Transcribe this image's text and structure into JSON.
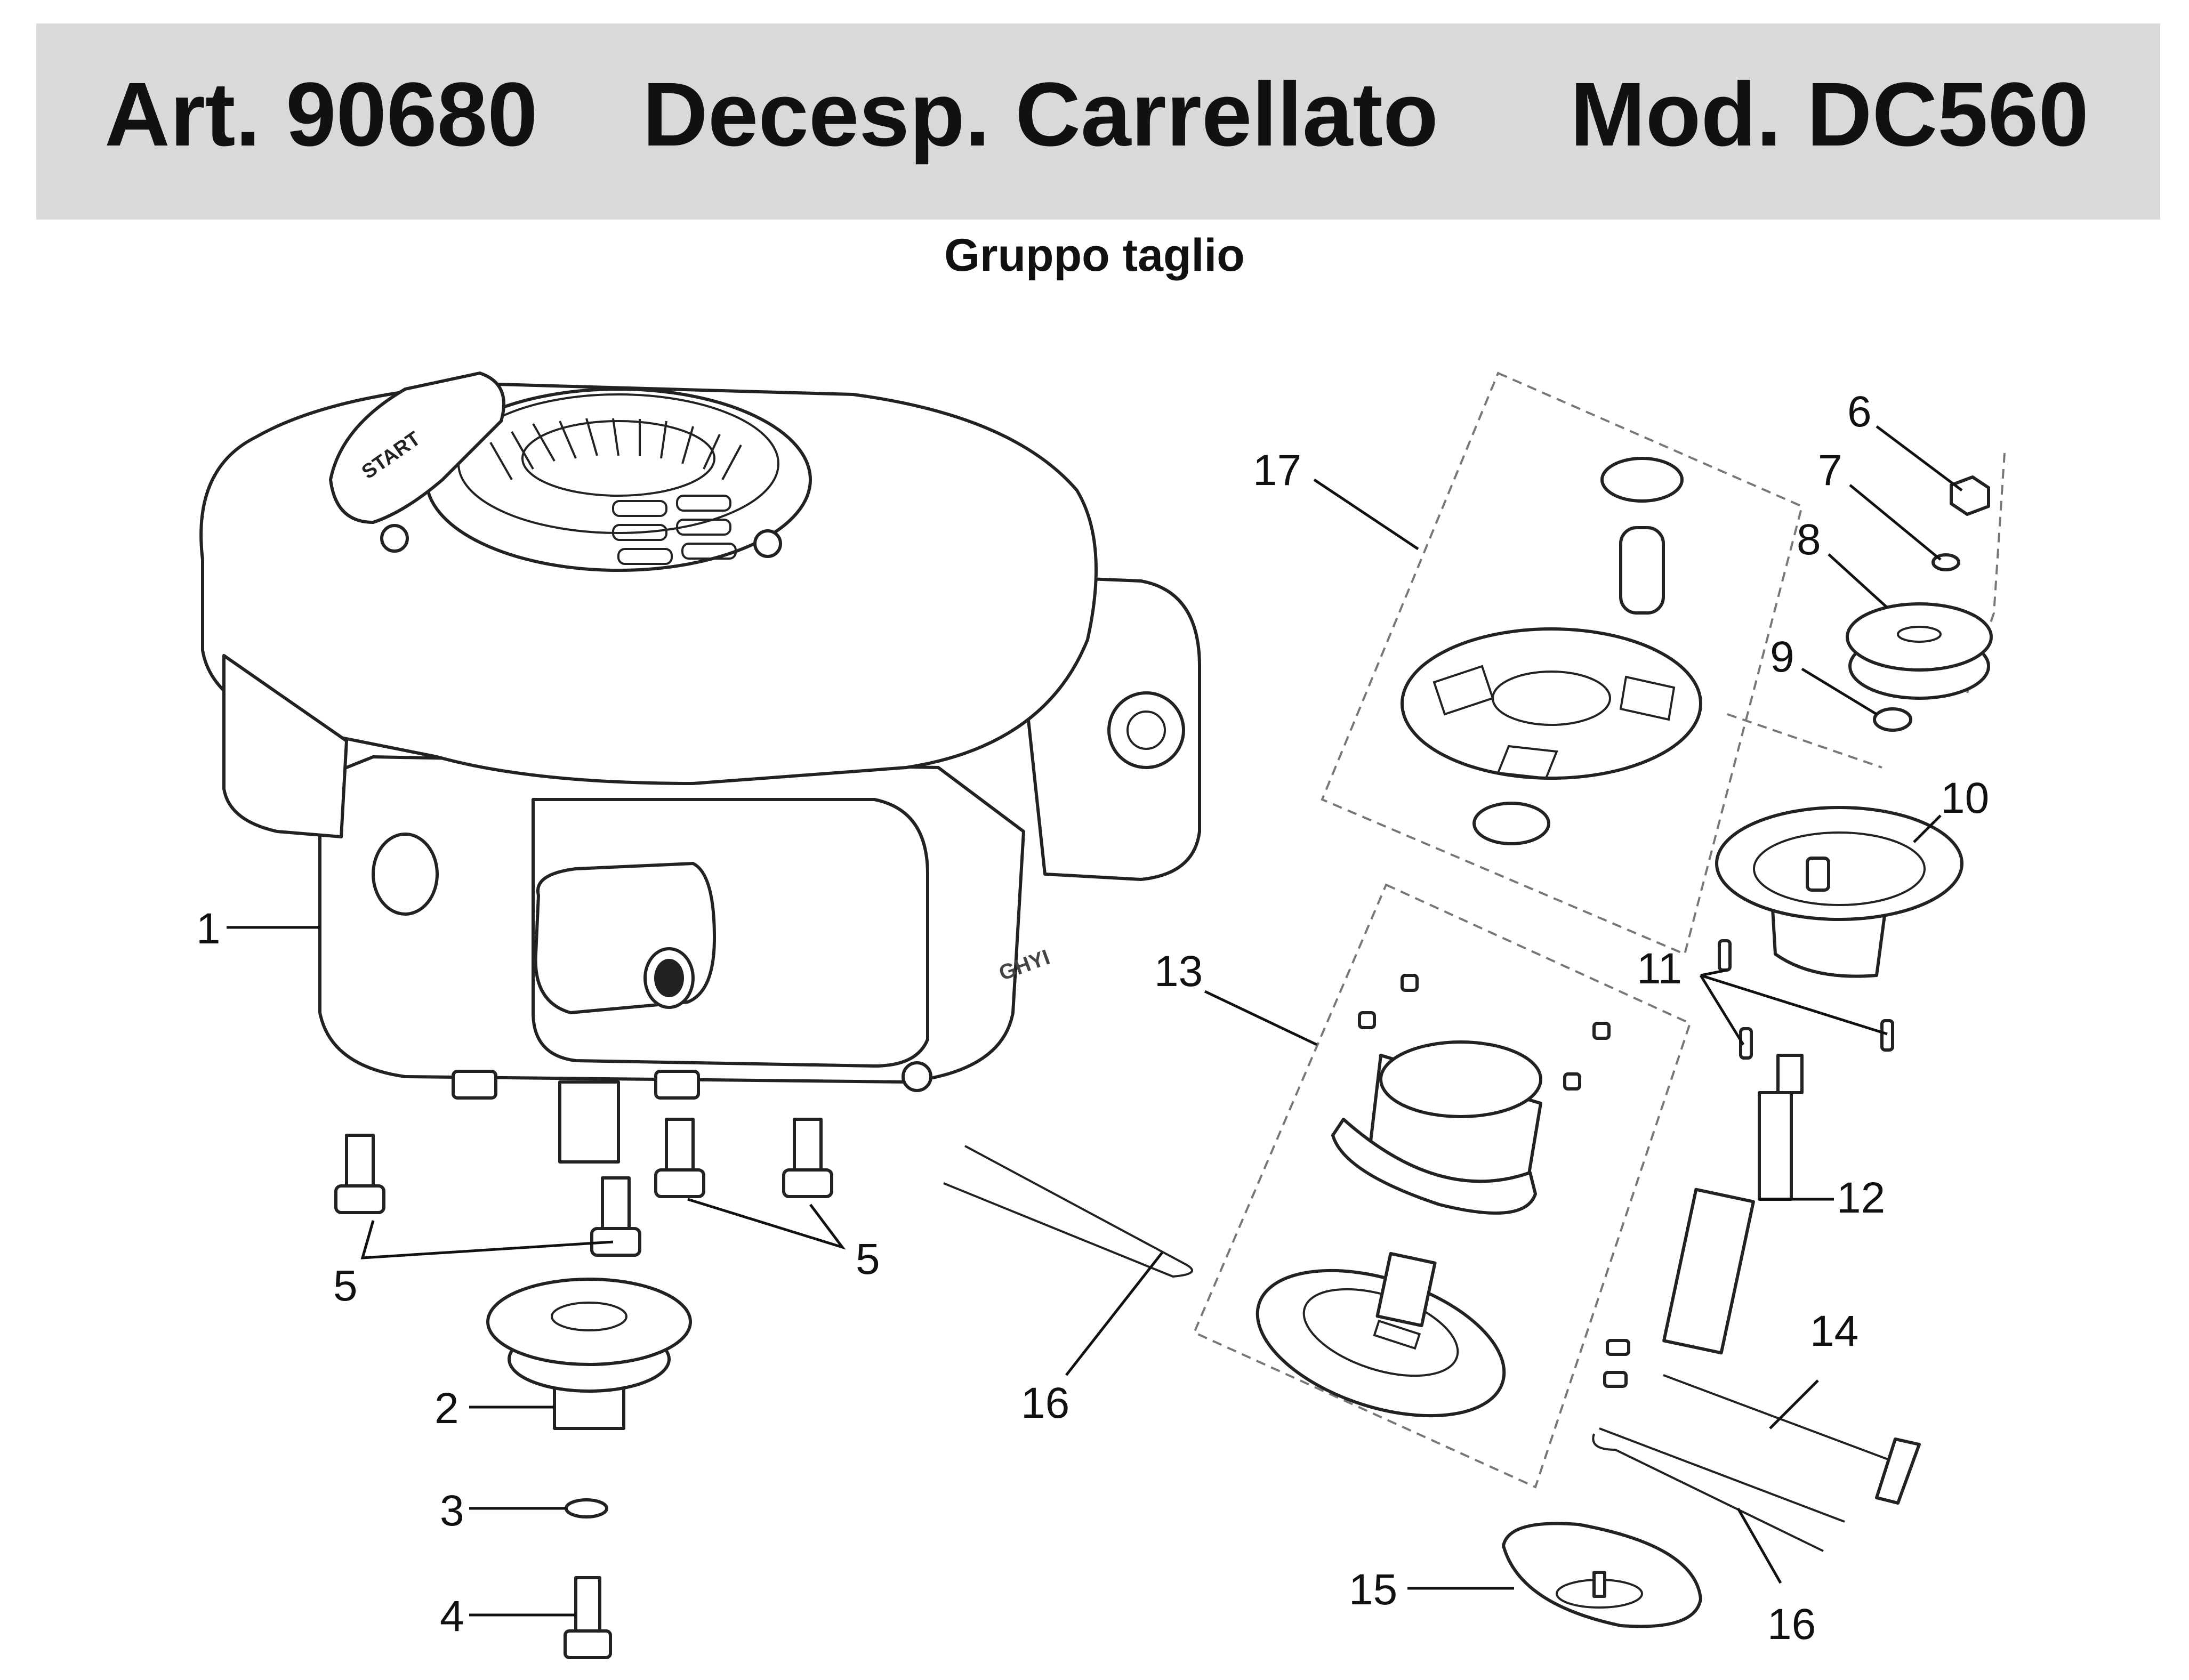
{
  "header": {
    "article": "Art. 90680",
    "description": "Decesp. Carrellato",
    "model": "Mod. DC560"
  },
  "subtitle": "Gruppo taglio",
  "engine": {
    "start_label": "START",
    "brand_label": "GHYI"
  },
  "callouts": {
    "c1": "1",
    "c2": "2",
    "c3": "3",
    "c4": "4",
    "c5a": "5",
    "c5b": "5",
    "c6": "6",
    "c7": "7",
    "c8": "8",
    "c9": "9",
    "c10": "10",
    "c11": "11",
    "c12": "12",
    "c13": "13",
    "c14": "14",
    "c15": "15",
    "c16a": "16",
    "c16b": "16",
    "c17": "17"
  }
}
